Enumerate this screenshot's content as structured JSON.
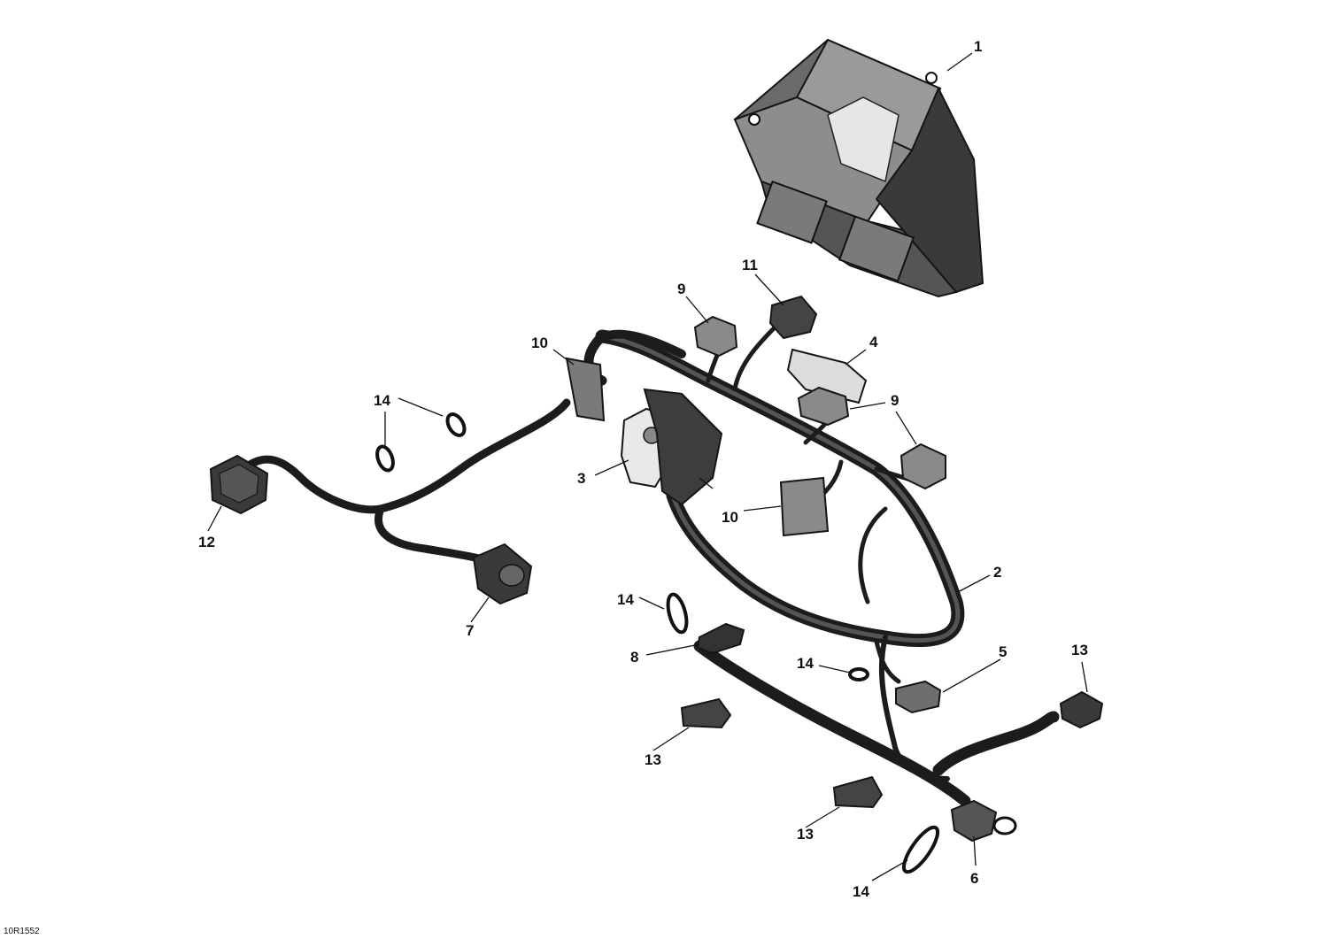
{
  "diagram_code": "10R1552",
  "callouts": [
    {
      "label": "1"
    },
    {
      "label": "2"
    },
    {
      "label": "3"
    },
    {
      "label": "4"
    },
    {
      "label": "5"
    },
    {
      "label": "6"
    },
    {
      "label": "7"
    },
    {
      "label": "8"
    },
    {
      "label": "9"
    },
    {
      "label": "9"
    },
    {
      "label": "10"
    },
    {
      "label": "10"
    },
    {
      "label": "11"
    },
    {
      "label": "12"
    },
    {
      "label": "13"
    },
    {
      "label": "13"
    },
    {
      "label": "13"
    },
    {
      "label": "14"
    },
    {
      "label": "14"
    },
    {
      "label": "14"
    },
    {
      "label": "14"
    }
  ],
  "colors": {
    "line": "#111111",
    "part_dark": "#3a3a3a",
    "part_mid": "#8a8a8a",
    "part_light": "#c8c8c8"
  }
}
